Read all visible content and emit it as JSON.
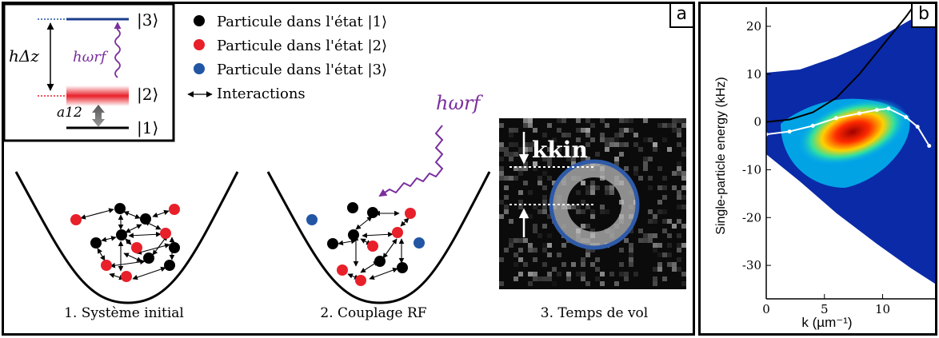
{
  "panel_a": {
    "tag": "a",
    "levels": {
      "level3": "|3⟩",
      "level2": "|2⟩",
      "level1": "|1⟩",
      "splitting": "hΔz",
      "rf": "hωrf",
      "a12": "a12"
    },
    "legend": [
      {
        "label": "Particule dans l'état |1⟩",
        "color": "#000000"
      },
      {
        "label": "Particule dans l'état |2⟩",
        "color": "#e8202a"
      },
      {
        "label": "Particule dans l'état |3⟩",
        "color": "#2255a4"
      }
    ],
    "legend_interactions": "Interactions",
    "rf_label": "hωrf",
    "kin_label": "kkin",
    "captions": [
      "1. Système initial",
      "2. Couplage RF",
      "3. Temps de vol"
    ]
  },
  "panel_b": {
    "tag": "b",
    "chart_data": {
      "type": "heatmap",
      "xlabel": "k (µm⁻¹)",
      "ylabel": "Single-particle energy (kHz)",
      "xlim": [
        0,
        14.5
      ],
      "ylim": [
        -37,
        24
      ],
      "xticks": [
        0,
        5,
        10
      ],
      "yticks": [
        20,
        10,
        0,
        -10,
        -20,
        -30
      ],
      "series": [
        {
          "values": [
            [
              0,
              0
            ],
            [
              2,
              0.5
            ],
            [
              4,
              2
            ],
            [
              6,
              5
            ],
            [
              8,
              10
            ],
            [
              10,
              16
            ],
            [
              12,
              22
            ],
            [
              13.5,
              27
            ]
          ]
        },
        {
          "values": [
            [
              0,
              -2.6
            ],
            [
              2,
              -2
            ],
            [
              4,
              -0.8
            ],
            [
              6,
              0.8
            ],
            [
              8,
              1.8
            ],
            [
              9.5,
              2.5
            ],
            [
              10.5,
              2.8
            ],
            [
              12,
              1
            ],
            [
              13,
              -1
            ],
            [
              14,
              -5
            ]
          ]
        }
      ]
    }
  }
}
